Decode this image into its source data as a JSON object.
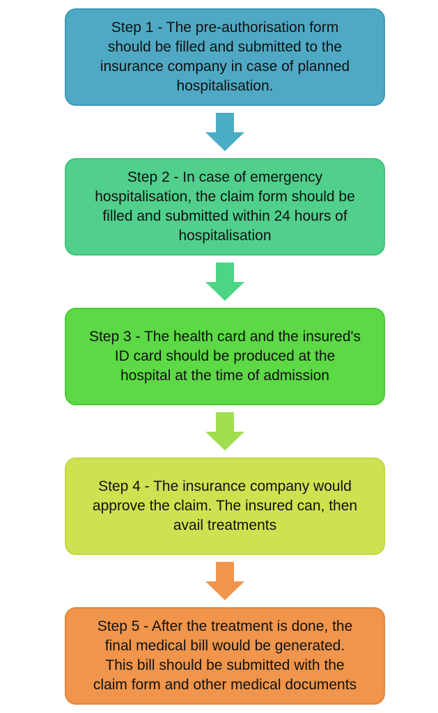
{
  "steps": [
    {
      "name": "step-1",
      "text": "Step 1 - The pre-authorisation form\nshould be filled and submitted to the\ninsurance company in case of planned\nhospitalisation.",
      "fill": "#4FA9C4",
      "border": "#3D99B5",
      "arrow_icon": "down-arrow-icon",
      "arrow_fill": "#4BACC6"
    },
    {
      "name": "step-2",
      "text": "Step 2 - In case of emergency\nhospitalisation, the claim form should be\nfilled and submitted within 24 hours of\nhospitalisation",
      "fill": "#50D08C",
      "border": "#40C47D",
      "arrow_icon": "down-arrow-icon",
      "arrow_fill": "#4CD584"
    },
    {
      "name": "step-3",
      "text": "Step 3 - The health card and the insured's\nID card should be produced at the\nhospital at the time of admission",
      "fill": "#5CD945",
      "border": "#4ACB33",
      "arrow_icon": "down-arrow-icon",
      "arrow_fill": "#9FDF4F"
    },
    {
      "name": "step-4",
      "text": "Step 4 - The insurance company would\napprove the claim. The insured can, then\navail treatments",
      "fill": "#CFE151",
      "border": "#C3D640",
      "arrow_icon": "down-arrow-icon",
      "arrow_fill": "#F0954B"
    },
    {
      "name": "step-5",
      "text": "Step 5 - After the treatment is done, the\nfinal medical bill would be generated.\nThis bill should be submitted with the\nclaim form and other medical documents",
      "fill": "#F0954B",
      "border": "#E58437"
    }
  ]
}
